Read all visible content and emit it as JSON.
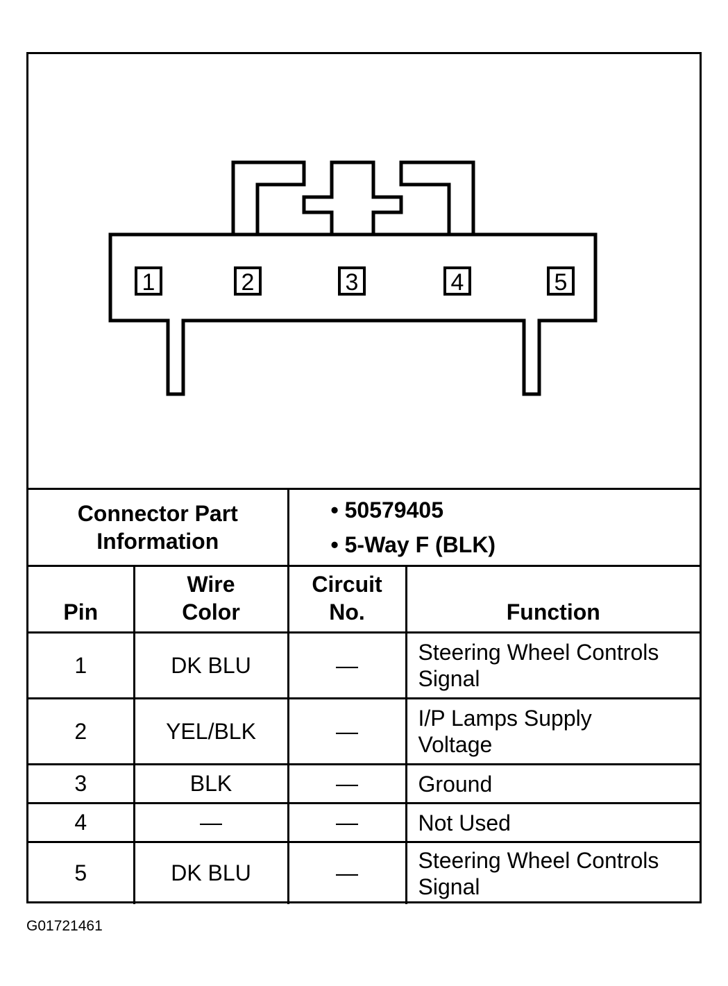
{
  "connector": {
    "pin_labels": [
      "1",
      "2",
      "3",
      "4",
      "5"
    ]
  },
  "part_info": {
    "label_line1": "Connector Part",
    "label_line2": "Information",
    "items": [
      "50579405",
      "5-Way F (BLK)"
    ]
  },
  "table": {
    "headers": {
      "pin": "Pin",
      "wire_line1": "Wire",
      "wire_line2": "Color",
      "circuit_line1": "Circuit",
      "circuit_line2": "No.",
      "function": "Function"
    },
    "rows": [
      {
        "pin": "1",
        "wire": "DK BLU",
        "circuit": "—",
        "function_line1": "Steering Wheel Controls",
        "function_line2": "Signal"
      },
      {
        "pin": "2",
        "wire": "YEL/BLK",
        "circuit": "—",
        "function_line1": "I/P Lamps Supply",
        "function_line2": "Voltage"
      },
      {
        "pin": "3",
        "wire": "BLK",
        "circuit": "—",
        "function_line1": "Ground",
        "function_line2": ""
      },
      {
        "pin": "4",
        "wire": "—",
        "circuit": "—",
        "function_line1": "Not Used",
        "function_line2": ""
      },
      {
        "pin": "5",
        "wire": "DK BLU",
        "circuit": "—",
        "function_line1": "Steering Wheel Controls",
        "function_line2": "Signal"
      }
    ]
  },
  "figure_id": "G01721461"
}
